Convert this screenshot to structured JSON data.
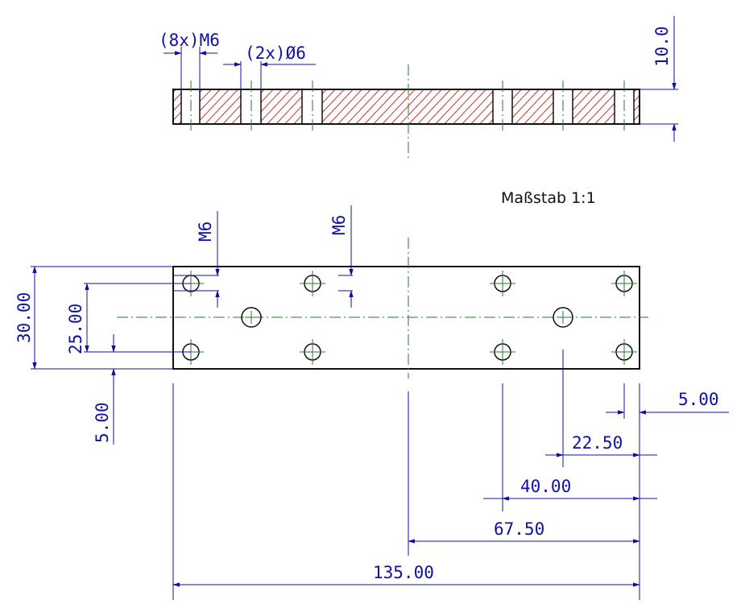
{
  "scale_note": "Maßstab  1:1",
  "colors": {
    "outline": "#111111",
    "hatch": "#c0392b",
    "centerline": "#2a7a2a",
    "dimension": "#1010a0"
  },
  "section_view": {
    "callout_threads": "(8x)M6",
    "callout_holes": "(2x)Ø6",
    "thickness": "10.0"
  },
  "plan_view": {
    "thread_left": "M6",
    "thread_middle": "M6",
    "height_total": "30.00",
    "height_pitch": "25.00",
    "edge_offset_vertical": "5.00",
    "edge_offset_horizontal": "5.00",
    "dim_22_50": "22.50",
    "dim_40_00": "40.00",
    "dim_67_50": "67.50",
    "length_total": "135.00"
  }
}
